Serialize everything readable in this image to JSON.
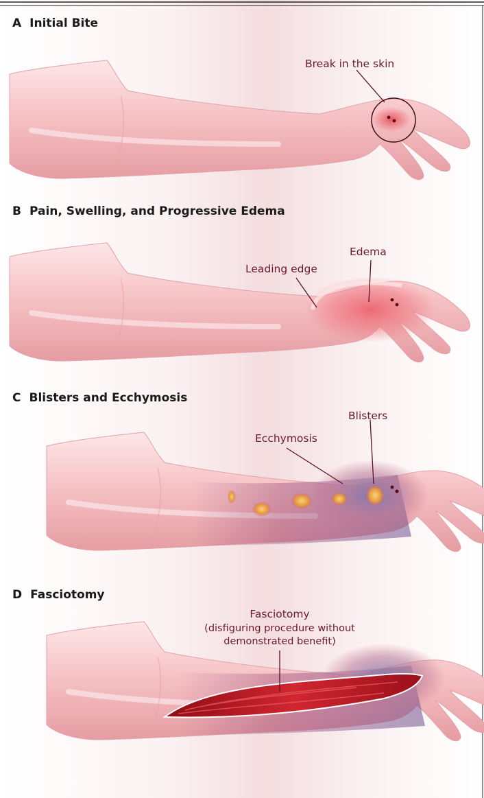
{
  "panels": [
    {
      "letter": "A",
      "title": "Initial Bite",
      "labels": [
        "Break in the skin"
      ]
    },
    {
      "letter": "B",
      "title": "Pain, Swelling, and Progressive Edema",
      "labels": [
        "Leading edge",
        "Edema"
      ]
    },
    {
      "letter": "C",
      "title": "Blisters and Ecchymosis",
      "labels": [
        "Ecchymosis",
        "Blisters"
      ]
    },
    {
      "letter": "D",
      "title": "Fasciotomy",
      "labels": [
        "Fasciotomy",
        "(disfiguring procedure without",
        "demonstrated benefit)"
      ]
    }
  ],
  "colors": {
    "skin_light": "#fbe1e2",
    "skin_mid": "#f2b3b6",
    "skin_shadow": "#d98c92",
    "inflamed": "#e8505c",
    "ecchymosis": "#8b7fb0",
    "blister": "#e8a040",
    "wound": "#b5121b",
    "label_text": "#6b1a2a",
    "leader_line": "#5a1020"
  }
}
